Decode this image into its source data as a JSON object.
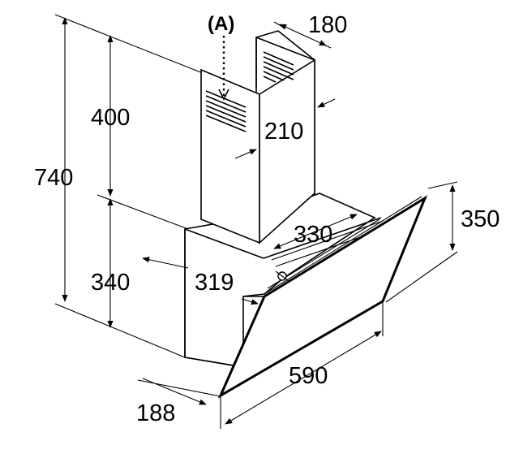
{
  "diagram": {
    "callout": "(A)",
    "dimensions": {
      "total_height": "740",
      "chimney_height": "400",
      "body_height": "340",
      "chimney_depth": "180",
      "chimney_width": "210",
      "inner_width": "330",
      "depth": "319",
      "glass_height": "350",
      "width": "590",
      "bottom_depth": "188"
    }
  }
}
